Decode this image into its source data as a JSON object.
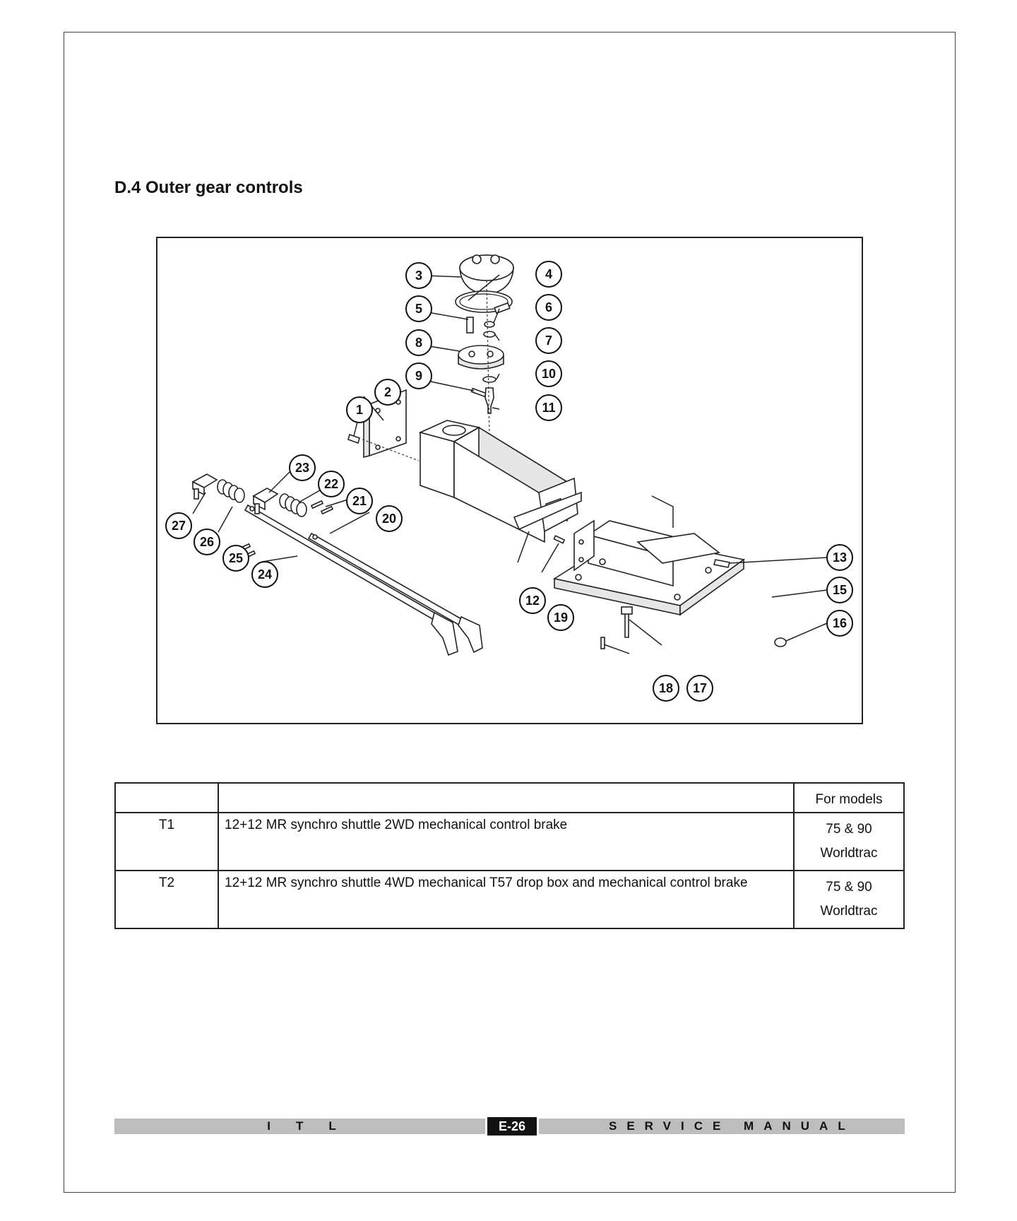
{
  "section": {
    "title": "D.4 Outer gear controls"
  },
  "figure": {
    "callouts": [
      "1",
      "2",
      "3",
      "4",
      "5",
      "6",
      "7",
      "8",
      "9",
      "10",
      "11",
      "12",
      "13",
      "15",
      "16",
      "17",
      "18",
      "19",
      "20",
      "21",
      "22",
      "23",
      "24",
      "25",
      "26",
      "27"
    ]
  },
  "table": {
    "header": {
      "code": "",
      "description": "",
      "models": "For models"
    },
    "rows": [
      {
        "code": "T1",
        "description": "12+12 MR synchro shuttle 2WD mechanical control brake",
        "models_line1": "75 & 90",
        "models_line2": "Worldtrac"
      },
      {
        "code": "T2",
        "description": "12+12 MR synchro shuttle 4WD mechanical T57 drop box and mechanical control brake",
        "models_line1": "75 & 90",
        "models_line2": "Worldtrac"
      }
    ]
  },
  "footer": {
    "left": "ITL",
    "page": "E-26",
    "right": "SERVICE MANUAL"
  }
}
